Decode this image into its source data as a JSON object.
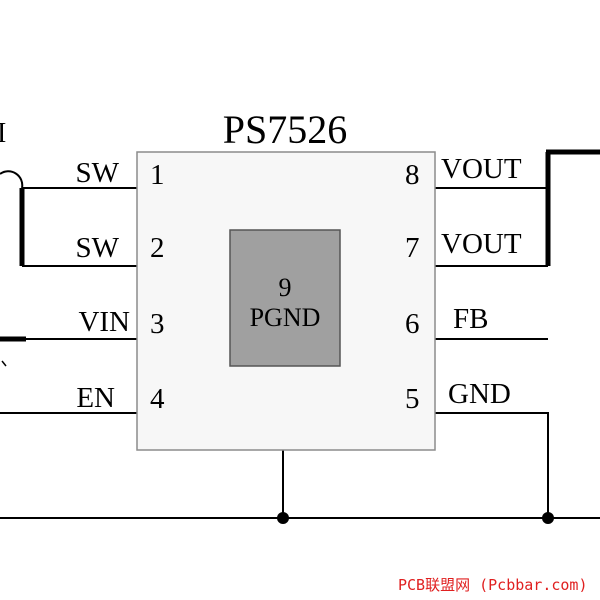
{
  "chip": {
    "part_number": "PS7526",
    "pins": [
      {
        "number": "1",
        "label": "SW"
      },
      {
        "number": "2",
        "label": "SW"
      },
      {
        "number": "3",
        "label": "VIN"
      },
      {
        "number": "4",
        "label": "EN"
      },
      {
        "number": "5",
        "label": "GND"
      },
      {
        "number": "6",
        "label": "FB"
      },
      {
        "number": "7",
        "label": "VOUT"
      },
      {
        "number": "8",
        "label": "VOUT"
      }
    ],
    "pad": {
      "number": "9",
      "label": "PGND"
    }
  },
  "fragment_label": "I",
  "watermark": "PCB联盟网 (Pcbbar.com)",
  "colors": {
    "line": "#000000",
    "body_fill": "#f7f7f7",
    "body_stroke": "#8c8c8c",
    "pad_fill": "#a0a0a0",
    "pad_stroke": "#555555",
    "watermark": "#e02020"
  }
}
